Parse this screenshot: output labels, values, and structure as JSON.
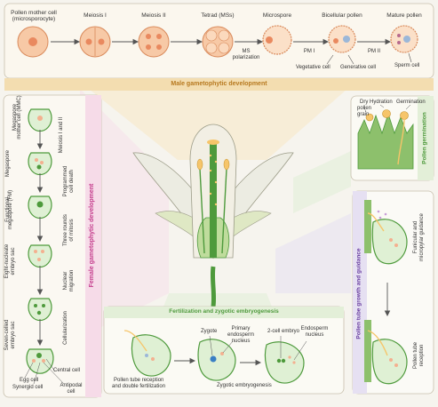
{
  "male": {
    "title": "Male gametophytic development",
    "stages": {
      "pmc": "Pollen mother cell",
      "pmc_sub": "(microsporocyte)",
      "meiosis1": "Meiosis I",
      "meiosis2": "Meiosis II",
      "tetrad": "Tetrad (MSs)",
      "microspore": "Microspore",
      "bicellular": "Bicellular pollen",
      "mature": "Mature pollen"
    },
    "labels": {
      "ms_polarization_1": "MS",
      "ms_polarization_2": "polarization",
      "pm1": "PM I",
      "pm2": "PM II",
      "vegetative": "Vegetative cell",
      "generative": "Generative cell",
      "sperm": "Sperm cell"
    }
  },
  "female": {
    "title": "Female gametophytic development",
    "stages": {
      "mmc_1": "Megaspore",
      "mmc_2": "mother cell (MMC)",
      "megaspore": "Megaspore",
      "fm_1": "Functional",
      "fm_2": "megaspore (FM)",
      "eight_1": "Eight-nucleate",
      "eight_2": "embryo sac",
      "seven_1": "Seven-celled",
      "seven_2": "embryo sac"
    },
    "steps": {
      "meiosis_1": "Meiosis I and II",
      "pcd_1": "Programmed",
      "pcd_2": "cell death",
      "mitosis_1": "Three rounds",
      "mitosis_2": "of mitosis",
      "migration_1": "Nuclear",
      "migration_2": "migration",
      "cellularization": "Cellularization"
    },
    "cells": {
      "central": "Central cell",
      "egg": "Egg cell",
      "synergid": "Synergid cell",
      "antipodal_1": "Antipodal",
      "antipodal_2": "cell"
    }
  },
  "germination": {
    "title": "Pollen germination",
    "dry_1": "Dry",
    "dry_2": "pollen",
    "dry_3": "grain",
    "hydration": "Hydration",
    "germination": "Germination"
  },
  "tube": {
    "title": "Pollen tube growth and guidance",
    "funicular_1": "Funicular and",
    "funicular_2": "micropylar guidance",
    "reception_1": "Pollen tube",
    "reception_2": "reception"
  },
  "fertilization": {
    "title": "Fertilization and zygotic embryogenesis",
    "reception_1": "Pollen tube reception",
    "reception_2": "and double fertilization",
    "zygote": "Zygote",
    "pen_1": "Primary",
    "pen_2": "endosperm",
    "pen_3": "nucleus",
    "two_cell": "2-cell embryo",
    "en_1": "Endosperm",
    "en_2": "nucleus",
    "zygotic": "Zygotic embryogenesis"
  },
  "colors": {
    "male_bar": "#f3ddb0",
    "male_title": "#b7791f",
    "female_title": "#c43b8c",
    "green": "#4e9a3c",
    "tube_title": "#6a3fa0",
    "pollen": "#f6c56a",
    "nucleus": "#f39a7a"
  }
}
